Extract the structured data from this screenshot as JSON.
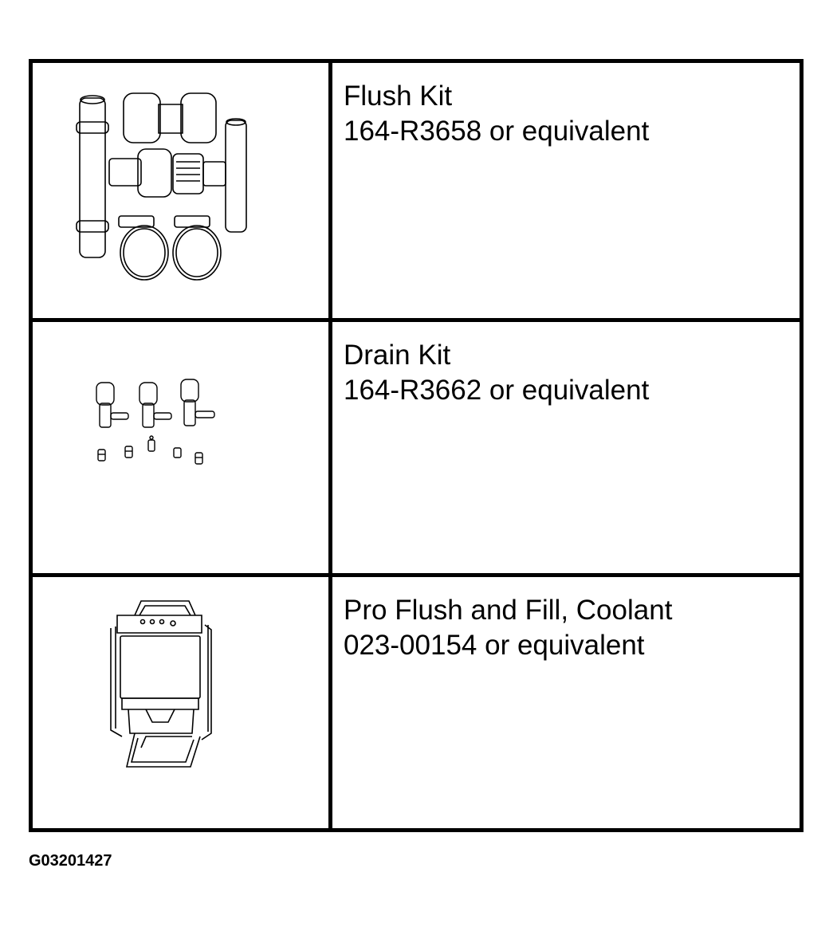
{
  "tools": [
    {
      "name": "Flush Kit",
      "part": "164-R3658 or equivalent",
      "icon": "flush-kit-illustration"
    },
    {
      "name": "Drain Kit",
      "part": "164-R3662 or equivalent",
      "icon": "drain-kit-illustration"
    },
    {
      "name": "Pro Flush and Fill, Coolant",
      "part": "023-00154 or equivalent",
      "icon": "coolant-flush-machine-illustration"
    }
  ],
  "figure_code": "G03201427"
}
